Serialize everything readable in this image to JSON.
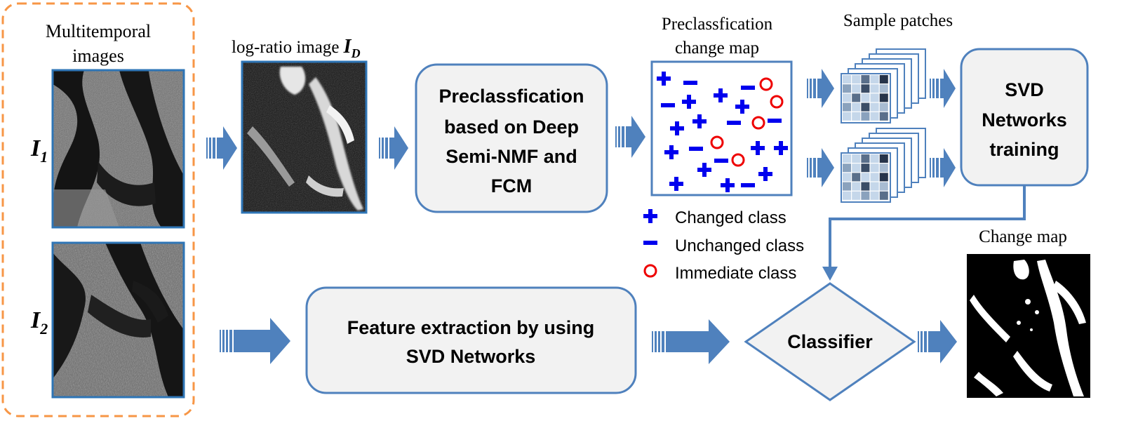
{
  "multitemporal_label_line1": "Multitemporal",
  "multitemporal_label_line2": "images",
  "image1_label": "I",
  "image1_sub": "1",
  "image2_label": "I",
  "image2_sub": "2",
  "logratio_label": "log-ratio image ",
  "logratio_italic": "I",
  "logratio_sub": "D",
  "preclass_box_lines": [
    "Preclassfication",
    "based on Deep",
    "Semi-NMF and",
    "FCM"
  ],
  "preclass_map_title_line1": "Preclassfication",
  "preclass_map_title_line2": "change map",
  "sample_patches_label": "Sample patches",
  "svd_training_lines": [
    "SVD",
    "Networks",
    "training"
  ],
  "legend": {
    "changed": "Changed class",
    "unchanged": "Unchanged class",
    "immediate": "Immediate class"
  },
  "feature_box_lines": [
    "Feature extraction by using",
    "SVD Networks"
  ],
  "classifier_label": "Classifier",
  "change_map_label": "Change map",
  "colors": {
    "box_border": "#4f81bd",
    "box_fill": "#f2f2f2",
    "arrow": "#4f81bd",
    "dashed_border": "#f79646",
    "symbol_blue": "#0000ee",
    "symbol_red": "#ee0000"
  }
}
